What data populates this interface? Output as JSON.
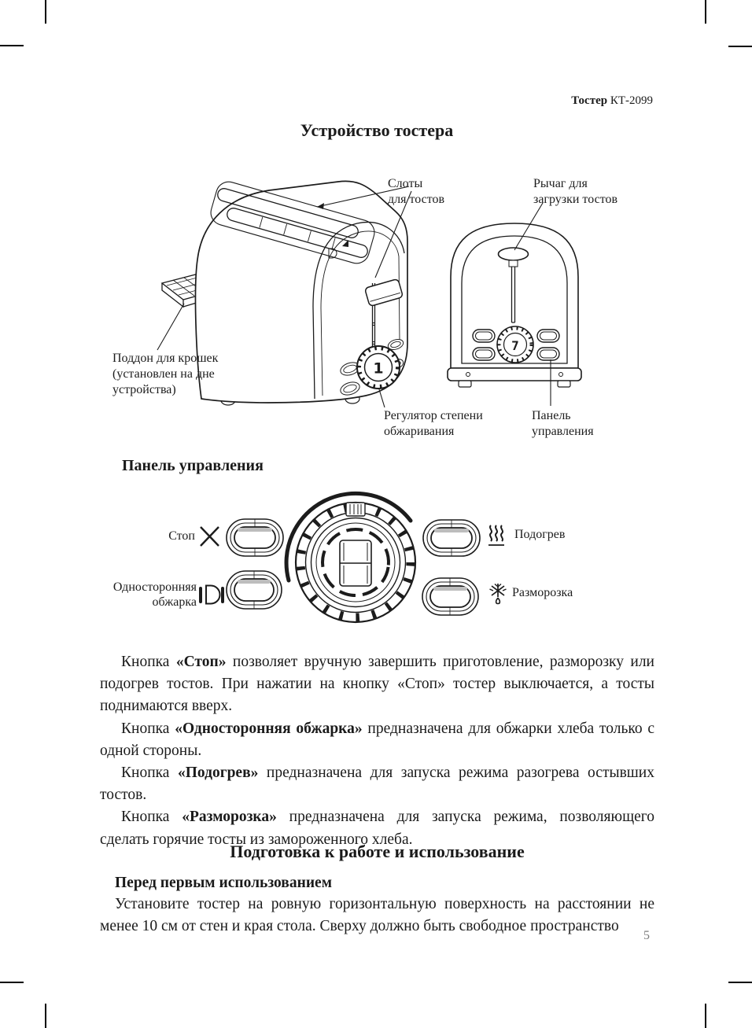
{
  "header": {
    "product": "Тостер",
    "model": " КТ-2099"
  },
  "device_diagram": {
    "title": "Устройство тостера",
    "labels": {
      "slots": "Слоты\nдля тостов",
      "lever": "Рычаг для\nзагрузки тостов",
      "crumb_tray": "Поддон для крошек\n(установлен на дне\nустройства)",
      "browning_control": "Регулятор степени\nобжаривания",
      "control_panel": "Панель\nуправления"
    },
    "side_dial_digit": "1",
    "front_dial_digit": "7"
  },
  "control_panel": {
    "heading": "Панель управления",
    "buttons": [
      {
        "label": "Стоп",
        "icon": "cross-icon"
      },
      {
        "label": "Односторонняя\nобжарка",
        "icon": "one-side-toast-icon"
      },
      {
        "label": "Подогрев",
        "icon": "heat-waves-icon"
      },
      {
        "label": "Разморозка",
        "icon": "defrost-icon"
      }
    ]
  },
  "body": {
    "paragraphs": [
      {
        "lead": "Кнопка ",
        "term": "«Стоп»",
        "rest": " позволяет вручную завершить приготовление, разморозку или подогрев тостов. При нажатии на кнопку «Стоп» тостер выключается, а тосты поднимаются вверх."
      },
      {
        "lead": "Кнопка ",
        "term": "«Односторонняя обжарка»",
        "rest": " предназначена для обжарки хлеба только с одной стороны."
      },
      {
        "lead": "Кнопка ",
        "term": "«Подогрев»",
        "rest": " предназначена для запуска режима разогрева остывших тостов."
      },
      {
        "lead": "Кнопка ",
        "term": "«Разморозка»",
        "rest": " предназначена для запуска режима, позволяющего сделать горячие тосты из замороженного хлеба."
      }
    ]
  },
  "preparation": {
    "title": "Подготовка к работе и использование",
    "subtitle": "Перед первым использованием",
    "text": "Установите тостер на ровную горизонтальную поверхность на расстоянии не менее 10 см от стен и края стола. Сверху должно быть свободное пространство"
  },
  "footer": {
    "page_number": "5"
  },
  "colors": {
    "ink": "#1c1c1c",
    "shade": "#bdbdbd",
    "page_number_gray": "#7d7d7d"
  }
}
